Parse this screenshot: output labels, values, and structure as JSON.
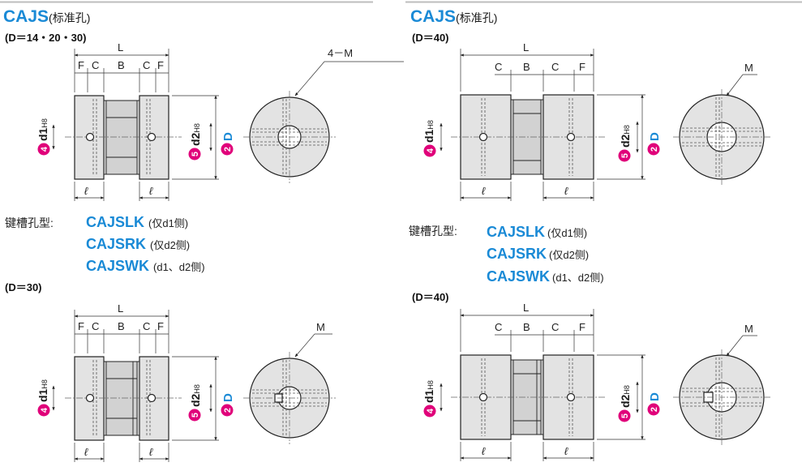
{
  "page": {
    "divider_color": "#bdbdbd",
    "accent_color": "#1a8ad6",
    "badge_color": "#e0007a"
  },
  "left": {
    "title": "CAJS",
    "title_sub": "(标准孔)",
    "drawings": [
      {
        "caption": "(D＝14・20・30)",
        "hole_callout": "4－M",
        "keyway": false
      },
      {
        "caption": "(D＝30)",
        "hole_callout": "M",
        "keyway": true
      }
    ],
    "keyway": {
      "label": "键槽孔型:",
      "options": [
        {
          "code": "CAJSLK",
          "note": "(仅d1侧)"
        },
        {
          "code": "CAJSRK",
          "note": "(仅d2侧)"
        },
        {
          "code": "CAJSWK",
          "note": "(d1、d2侧)"
        }
      ]
    }
  },
  "right": {
    "title": "CAJS",
    "title_sub": "(标准孔)",
    "drawings": [
      {
        "caption": "(D＝40)",
        "hole_callout": "M",
        "keyway": false
      },
      {
        "caption": "(D＝40)",
        "hole_callout": "M",
        "keyway": true
      }
    ],
    "keyway": {
      "label": "键槽孔型:",
      "options": [
        {
          "code": "CAJSLK",
          "note": "(仅d1侧)"
        },
        {
          "code": "CAJSRK",
          "note": "(仅d2侧)"
        },
        {
          "code": "CAJSWK",
          "note": "(d1、d2侧)"
        }
      ]
    }
  },
  "dimensions": {
    "L": "L",
    "F": "F",
    "C": "C",
    "B": "B",
    "ell": "ℓ",
    "d1_badge": "4",
    "d1": "d1",
    "d1_tol": "H8",
    "d2_badge": "5",
    "d2": "d2",
    "d2_tol": "H8",
    "D_badge": "2",
    "D": "D"
  }
}
